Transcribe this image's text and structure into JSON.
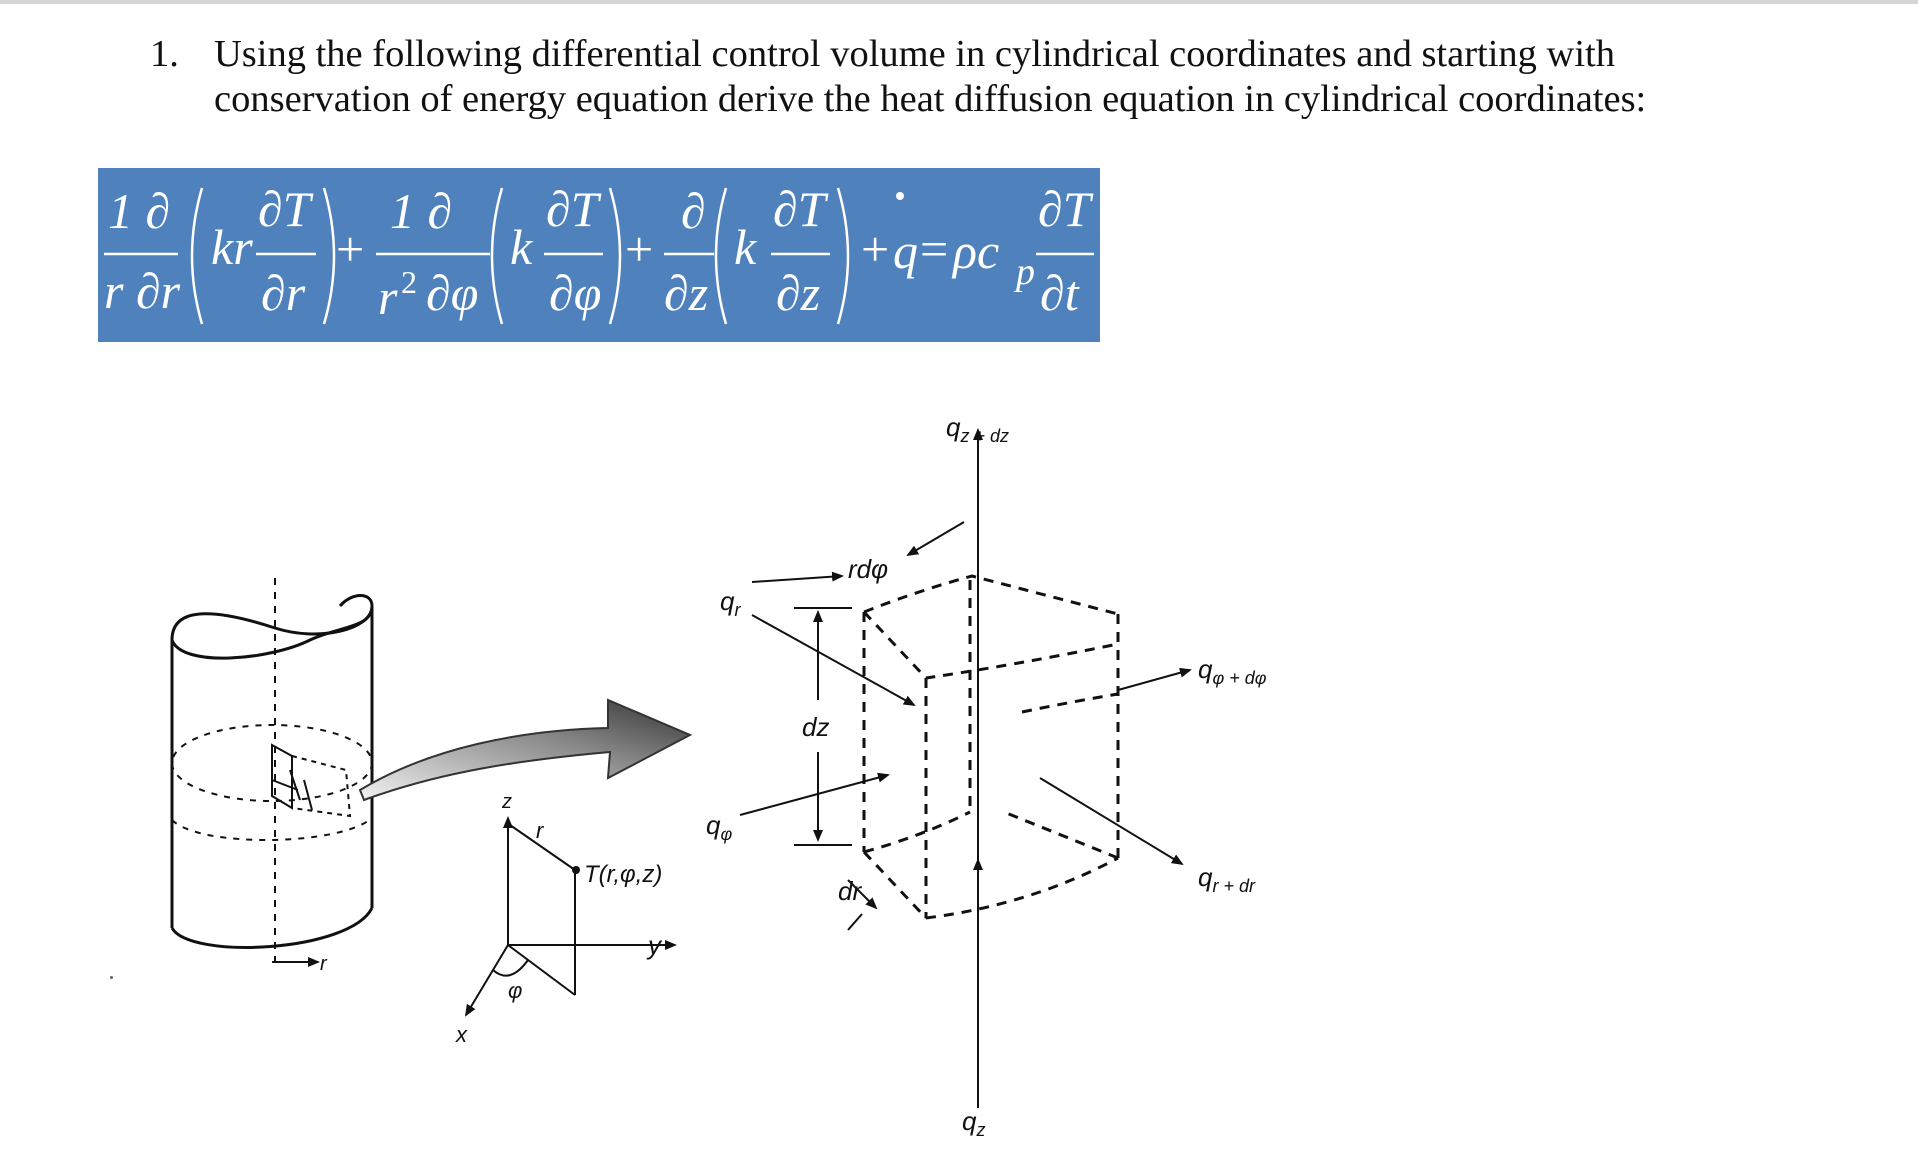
{
  "problem": {
    "number": "1.",
    "text": "Using the following differential control volume in cylindrical coordinates and starting with conservation of energy equation derive the heat diffusion equation in cylindrical coordinates:"
  },
  "equation": {
    "t1_num": "1 ∂",
    "t1_den": "r ∂r",
    "t1_coef": "kr",
    "t1_inner_num": "∂T",
    "t1_inner_den": "∂r",
    "plus1": "+",
    "t2_num": "1  ∂",
    "t2_den_r": "r",
    "t2_den_exp": "2",
    "t2_den_op": "∂φ",
    "t2_coef": "k",
    "t2_inner_num": "∂T",
    "t2_inner_den": "∂φ",
    "plus2": "+",
    "t3_num": "∂",
    "t3_den": "∂z",
    "t3_coef": "k",
    "t3_inner_num": "∂T",
    "t3_inner_den": "∂z",
    "plus3": "+",
    "qdot": "q",
    "equals": "=",
    "rhs_coef": "ρc",
    "rhs_sub": "p",
    "rhs_num": "∂T",
    "rhs_den": "∂t",
    "colors": {
      "box": "#4f81bd",
      "ink": "#ffffff"
    }
  },
  "figure": {
    "label_q_z_dz": "q",
    "label_q_z_dz_sub": "z + dz",
    "label_q_r": "q",
    "label_q_r_sub": "r",
    "label_r_dphi": "rdφ",
    "label_q_phi_dphi": "q",
    "label_q_phi_dphi_sub": "φ + dφ",
    "label_dz": "dz",
    "label_q_phi": "q",
    "label_q_phi_sub": "φ",
    "label_q_r_dr": "q",
    "label_q_r_dr_sub": "r + dr",
    "label_dr": "dr",
    "label_q_z": "q",
    "label_q_z_sub": "z",
    "label_T": "T(r,φ,z)",
    "axis_z": "z",
    "axis_r": "r",
    "axis_y": "y",
    "axis_x": "x",
    "axis_phi": "φ",
    "cyl_axis_r": "r"
  }
}
